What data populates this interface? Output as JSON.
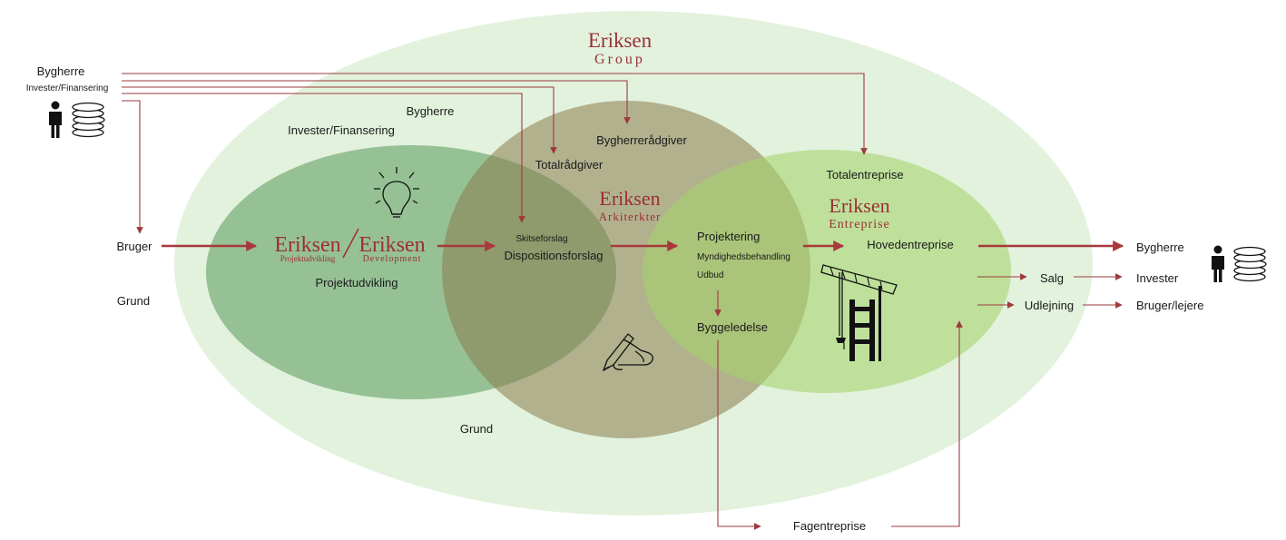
{
  "group": {
    "brand": "Eriksen",
    "sub": "Group"
  },
  "left": {
    "bygherre": "Bygherre",
    "invester": "Invester/Finansering",
    "bruger": "Bruger",
    "grund": "Grund"
  },
  "inner": {
    "bygherre": "Bygherre",
    "invester": "Invester/Finansering",
    "grund": "Grund"
  },
  "dev": {
    "brand1": "Eriksen",
    "sub1": "Projektudvikling",
    "brand2": "Eriksen",
    "sub2": "Development",
    "label": "Projektudvikling"
  },
  "ark": {
    "brand": "Eriksen",
    "sub": "Arkiterkter",
    "raadgiver": "Bygherrerådgiver",
    "totalraadgiver": "Totalrådgiver",
    "skitse": "Skitseforslag",
    "disposition": "Dispositionsforslag"
  },
  "ent": {
    "brand": "Eriksen",
    "sub": "Entreprise",
    "totalentreprise": "Totalentreprise",
    "hovedentreprise": "Hovedentreprise"
  },
  "proj": {
    "projektering": "Projektering",
    "myndighed": "Myndighedsbehandling",
    "udbud": "Udbud",
    "byggeledelse": "Byggeledelse",
    "fagentreprise": "Fagentreprise"
  },
  "right": {
    "bygherre": "Bygherre",
    "salg": "Salg",
    "invester": "Invester",
    "udlejning": "Udlejning",
    "bruger": "Bruger/lejere"
  },
  "colors": {
    "outer": "#e2f2dd",
    "dev": "#8fbf8c",
    "ark": "#b9b386",
    "ent": "#b4da8c",
    "brand": "#9b2f35",
    "arrow": "#a8383c"
  }
}
